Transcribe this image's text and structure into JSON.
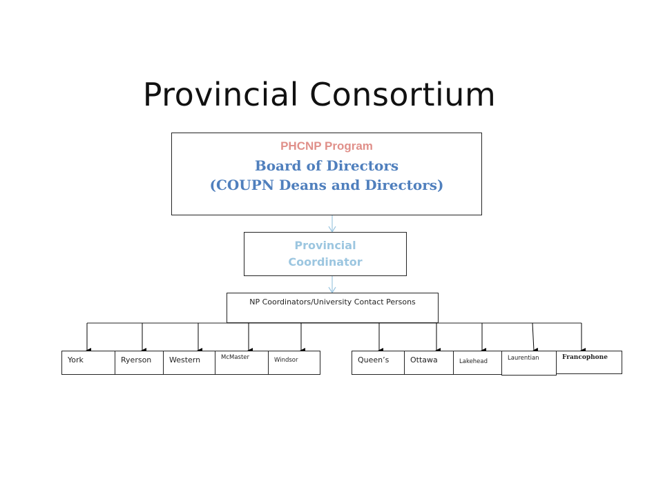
{
  "title": "Provincial Consortium",
  "board": {
    "program": "PHCNP Program",
    "line1": "Board of Directors",
    "line2": "(COUPN Deans and Directors)"
  },
  "coordinator": {
    "line1": "Provincial",
    "line2": "Coordinator"
  },
  "np_coordinators": "NP Coordinators/University Contact Persons",
  "universities": [
    "York",
    "Ryerson",
    "Western",
    "McMaster",
    "Windsor",
    "Queen’s",
    "Ottawa",
    "Lakehead",
    "Laurentian",
    "Francophone"
  ],
  "colors": {
    "program": "#e0908a",
    "board": "#4f7fbd",
    "coordinator": "#9cc6e0",
    "connector": "#9cc6e0"
  }
}
